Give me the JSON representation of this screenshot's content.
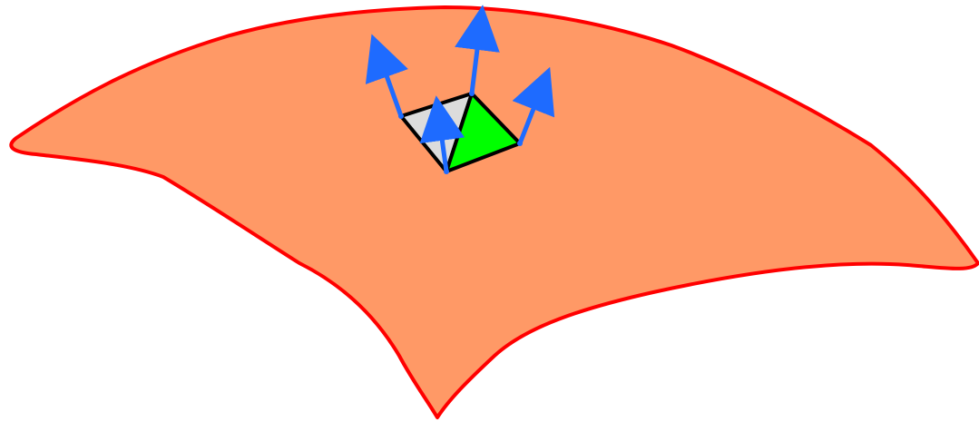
{
  "diagram": {
    "surface": {
      "fill": "#FF9966",
      "stroke": "#FF0000"
    },
    "triangles": [
      {
        "name": "back-triangle",
        "fill": "#DCDCDC",
        "stroke": "#000000"
      },
      {
        "name": "front-triangle",
        "fill": "#00FF00",
        "stroke": "#000000"
      }
    ],
    "normal_vectors": {
      "color": "#1E6BFF",
      "count": 4
    }
  }
}
